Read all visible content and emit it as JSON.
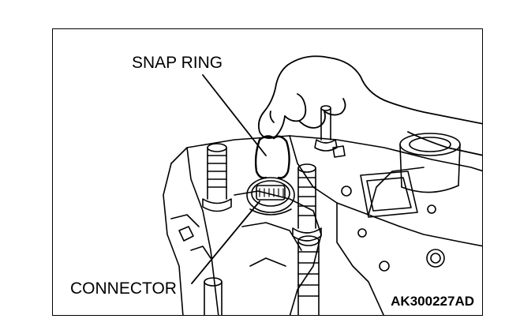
{
  "labels": {
    "snap_ring": "SNAP RING",
    "connector": "CONNECTOR"
  },
  "figure_id": "AK300227AD",
  "icons": [
    "hand-icon",
    "snap-ring-icon",
    "connector-icon",
    "stud-bolt-icon"
  ],
  "colors": {
    "line": "#000000",
    "background": "#ffffff"
  }
}
